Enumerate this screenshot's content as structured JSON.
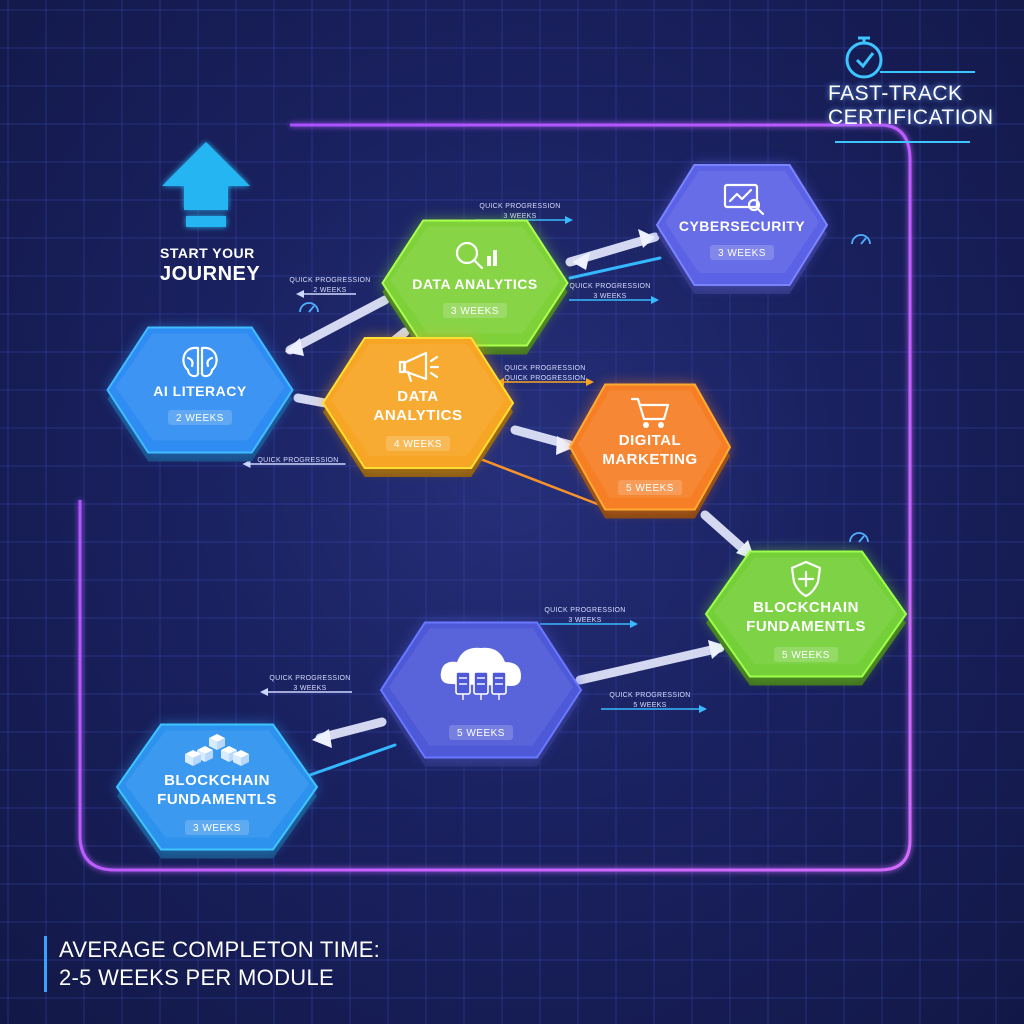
{
  "badge": {
    "line1": "FAST-TRACK",
    "line2": "CERTIFICATION",
    "icon": "stopwatch-icon"
  },
  "start": {
    "line1": "START YOUR",
    "line2": "JOURNEY",
    "icon": "up-arrow-icon"
  },
  "nodes": [
    {
      "id": "data-analytics-top",
      "title": [
        "DATA ANALYTICS"
      ],
      "duration": "3 WEEKS",
      "icon": "magnifier-chart-icon",
      "color": "#7fd13a"
    },
    {
      "id": "cybersecurity",
      "title": [
        "CYBERSECURITY"
      ],
      "duration": "3 WEEKS",
      "icon": "monitor-chart-icon",
      "color": "#5b62e6"
    },
    {
      "id": "ai-literacy",
      "title": [
        "AI LITERACY"
      ],
      "duration": "2 WEEKS",
      "icon": "brain-icon",
      "color": "#2f8cf2"
    },
    {
      "id": "data-analytics-mid",
      "title": [
        "DATA",
        "ANALYTICS"
      ],
      "duration": "4 WEEKS",
      "icon": "megaphone-icon",
      "color": "#f7a524"
    },
    {
      "id": "digital-marketing",
      "title": [
        "DIGITAL",
        "MARKETING"
      ],
      "duration": "5 WEEKS",
      "icon": "cart-icon",
      "color": "#f67f26"
    },
    {
      "id": "blockchain-right",
      "title": [
        "BLOCKCHAIN",
        "FUNDAMENTLS"
      ],
      "duration": "5 WEEKS",
      "icon": "shield-icon",
      "color": "#74cf38"
    },
    {
      "id": "cloud",
      "title": [],
      "duration": "5 WEEKS",
      "icon": "cloud-server-icon",
      "color": "#4e59d8"
    },
    {
      "id": "blockchain-left",
      "title": [
        "BLOCKCHAIN",
        "FUNDAMENTLS"
      ],
      "duration": "3 WEEKS",
      "icon": "blocks-icon",
      "color": "#2d92ee"
    }
  ],
  "quick_labels": [
    {
      "id": "qp-1",
      "lines": [
        "QUICK PROGRESSION",
        "3 WEEKS"
      ]
    },
    {
      "id": "qp-2",
      "lines": [
        "QUICK PROGRESSION",
        "2 WEEKS"
      ]
    },
    {
      "id": "qp-3",
      "lines": [
        "QUICK PROGRESSION",
        "3 WEEKS"
      ]
    },
    {
      "id": "qp-4",
      "lines": [
        "QUICK PROGRESSION",
        "QUICK PROGRESSION"
      ]
    },
    {
      "id": "qp-5",
      "lines": [
        "QUICK PROGRESSION"
      ]
    },
    {
      "id": "qp-6",
      "lines": [
        "QUICK PROGRESSION",
        "3 WEEKS"
      ]
    },
    {
      "id": "qp-7",
      "lines": [
        "QUICK PROGRESSION",
        "3 WEEKS"
      ]
    },
    {
      "id": "qp-8",
      "lines": [
        "QUICK PROGRESSION",
        "5 WEEKS"
      ]
    }
  ],
  "footer": {
    "line1": "AVERAGE COMPLETON TIME:",
    "line2": "2-5 WEEKS PER MODULE"
  }
}
